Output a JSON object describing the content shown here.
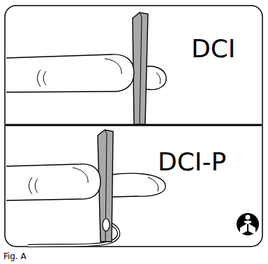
{
  "diagram": {
    "caption": "Fig. A",
    "labels": [
      "DCI",
      "DCI-P"
    ]
  }
}
